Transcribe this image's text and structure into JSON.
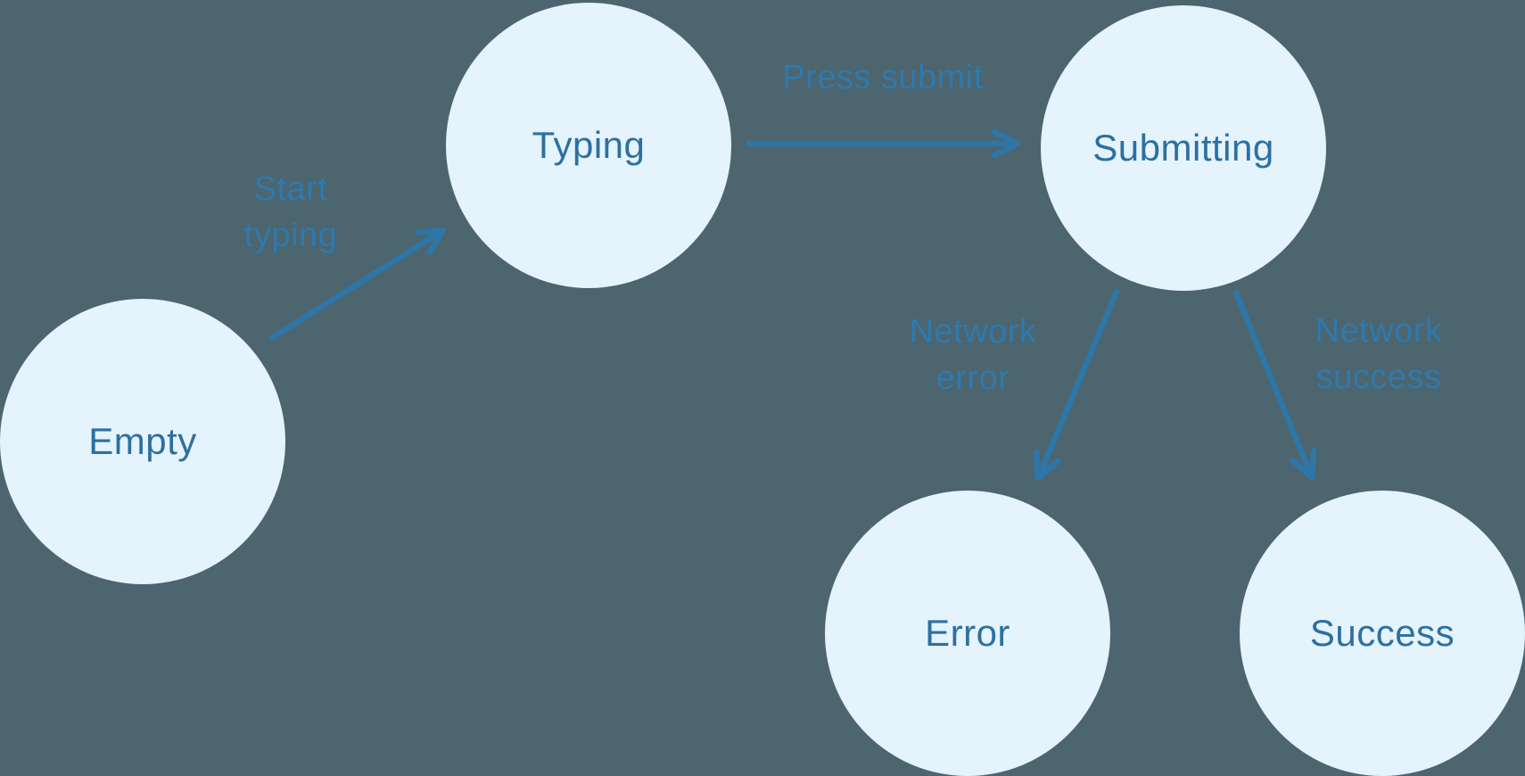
{
  "diagram": {
    "type": "state-machine",
    "states": [
      {
        "id": "empty",
        "label": "Empty"
      },
      {
        "id": "typing",
        "label": "Typing"
      },
      {
        "id": "submitting",
        "label": "Submitting"
      },
      {
        "id": "error",
        "label": "Error"
      },
      {
        "id": "success",
        "label": "Success"
      }
    ],
    "transitions": [
      {
        "from": "empty",
        "to": "typing",
        "label": "Start\ntyping"
      },
      {
        "from": "typing",
        "to": "submitting",
        "label": "Press submit"
      },
      {
        "from": "submitting",
        "to": "error",
        "label": "Network\nerror"
      },
      {
        "from": "submitting",
        "to": "success",
        "label": "Network\nsuccess"
      }
    ],
    "colors": {
      "background": "#4c656e",
      "node_fill": "#e4f3fc",
      "node_text": "#2c70a0",
      "edge": "#2e76a8",
      "edge_label": "#2f79ad"
    }
  }
}
